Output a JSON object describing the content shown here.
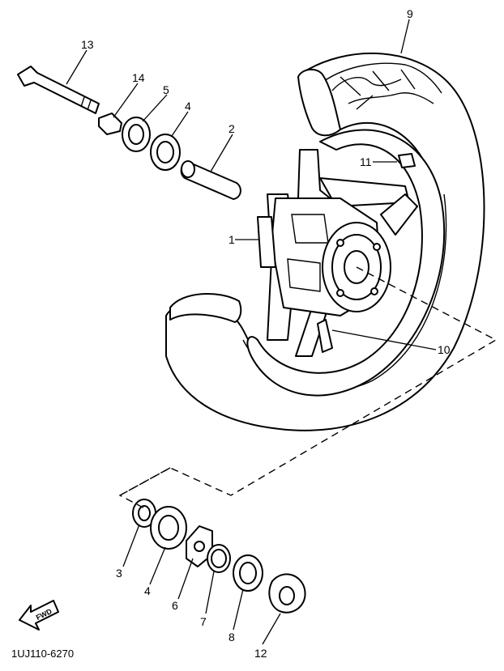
{
  "callouts": {
    "c1": "1",
    "c2": "2",
    "c3": "3",
    "c4a": "4",
    "c4b": "4",
    "c5": "5",
    "c6": "6",
    "c7": "7",
    "c8": "8",
    "c9": "9",
    "c10": "10",
    "c11": "11",
    "c12": "12",
    "c13": "13",
    "c14": "14"
  },
  "direction_label": "FWD",
  "diagram_code": "1UJ110-6270"
}
